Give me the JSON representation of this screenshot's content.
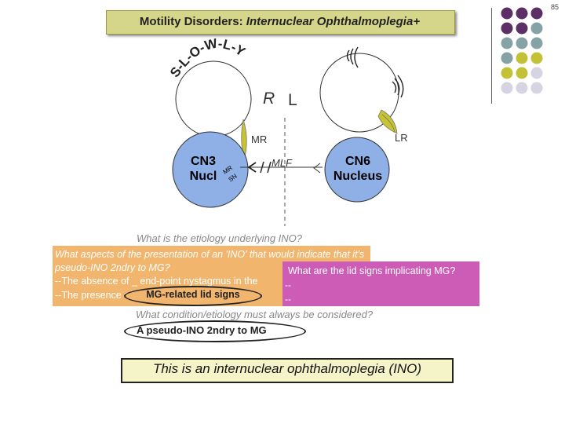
{
  "slide_number": "85",
  "title": {
    "part1": "Motility Disorders: ",
    "part2": "Internuclear Ophthalmoplegia+"
  },
  "diagram": {
    "slowly": "S-L-O-W-L-Y",
    "side_r": "R",
    "side_l": "L",
    "label_mr": "MR",
    "label_lr": "LR",
    "label_mlf": "MLF",
    "cn3_line1": "CN3",
    "cn3_line2": "Nucl",
    "cn3_mr": "MR",
    "cn3_sn": "SN",
    "cn6_line1": "CN6",
    "cn6_line2": "Nucleus",
    "colors": {
      "nucleus_blue": "#8fb0e6",
      "muscle_yellow": "#c8c430",
      "palette_purple": "#5c2f66",
      "palette_teal": "#85a3a6",
      "palette_olive": "#c3c236",
      "palette_lilac": "#d6d3e3"
    }
  },
  "questions": {
    "etiology": "What is the etiology underlying INO?",
    "presentation_q": "What aspects of the presentation of an 'INO' that would indicate that it's pseudo-INO 2ndry to MG?",
    "presentation_d1": "--The absence of _ end-point nystagmus in the",
    "presentation_d2": "--The presence of",
    "mg_related": "MG-related lid signs",
    "lid_q": "What are the lid signs implicating MG?",
    "lid_d1": "--",
    "lid_d2": "--",
    "condition_q": "What condition/etiology must always be considered?",
    "answer": "A pseudo-INO 2ndry to MG"
  },
  "conclusion": "This is an internuclear ophthalmoplegia (INO)"
}
